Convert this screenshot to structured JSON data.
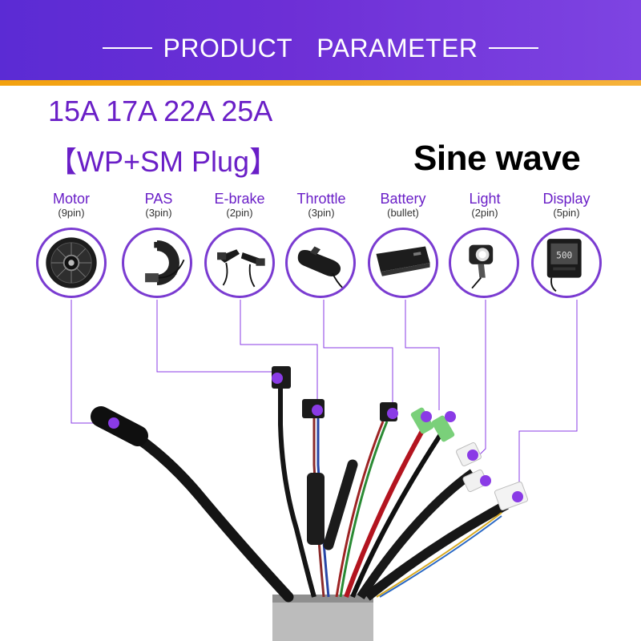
{
  "banner": {
    "left": "PRODUCT",
    "right": "PARAMETER"
  },
  "amps": "15A 17A 22A 25A",
  "plug": "【WP+SM Plug】",
  "sine": "Sine wave",
  "components": [
    {
      "name": "Motor",
      "pins": "(9pin)"
    },
    {
      "name": "PAS",
      "pins": "(3pin)"
    },
    {
      "name": "E-brake",
      "pins": "(2pin)"
    },
    {
      "name": "Throttle",
      "pins": "(3pin)"
    },
    {
      "name": "Battery",
      "pins": "(bullet)"
    },
    {
      "name": "Light",
      "pins": "(2pin)"
    },
    {
      "name": "Display",
      "pins": "(5pin)"
    }
  ],
  "display_readout": "500",
  "colors": {
    "accent": "#6a1fc7",
    "banner": "#5b2bd4",
    "stripe": "#f3a10e",
    "marker": "#8a3be6"
  },
  "icons": [
    "motor-icon",
    "pas-sensor-icon",
    "ebrake-icon",
    "throttle-icon",
    "battery-icon",
    "light-icon",
    "display-icon"
  ]
}
